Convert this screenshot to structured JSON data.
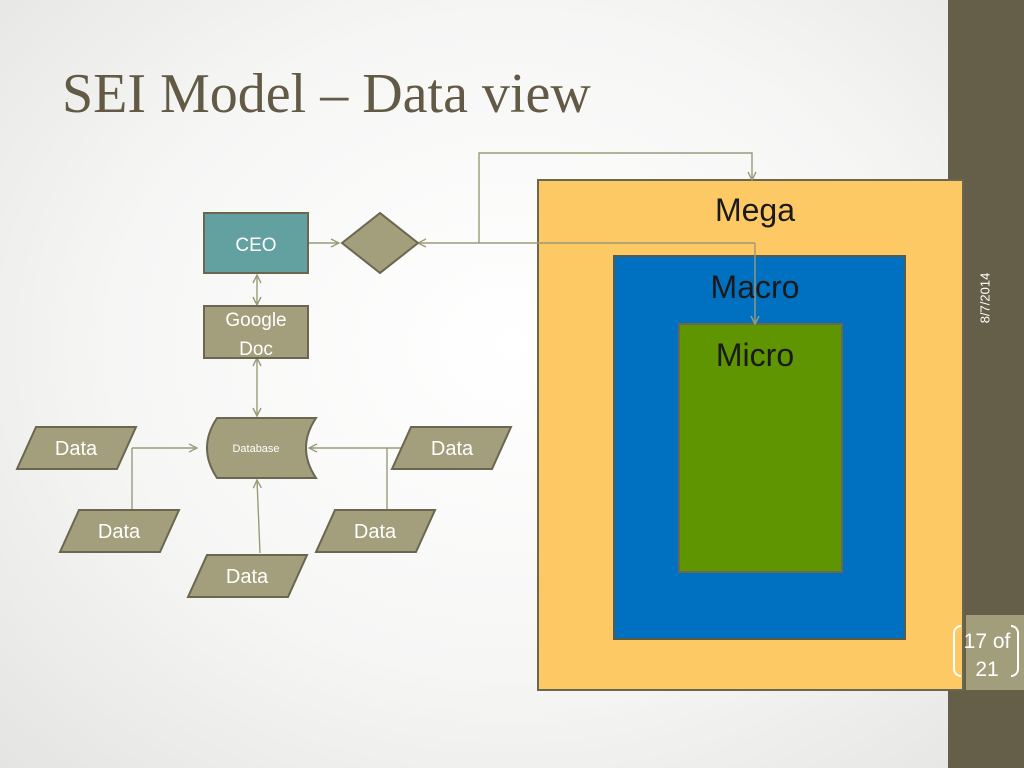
{
  "slide": {
    "title": "SEI Model – Data view",
    "date": "8/7/2014",
    "page_number_line1": "17 of",
    "page_number_line2": "21"
  },
  "diagram": {
    "ceo_label": "CEO",
    "google_doc_line1": "Google",
    "google_doc_line2": "Doc",
    "database_label": "Database",
    "data_sources": [
      "Data",
      "Data",
      "Data",
      "Data",
      "Data"
    ],
    "levels": {
      "mega": "Mega",
      "macro": "Macro",
      "micro": "Micro"
    }
  },
  "colors": {
    "sidebar": "#655e49",
    "title": "#625a44",
    "ceo_box": "#63a0a0",
    "shape_fill": "#a39e7b",
    "shape_stroke": "#6a6650",
    "connector": "#9b9b78",
    "mega": "#fdc965",
    "macro": "#0070c0",
    "micro": "#5f9500"
  }
}
